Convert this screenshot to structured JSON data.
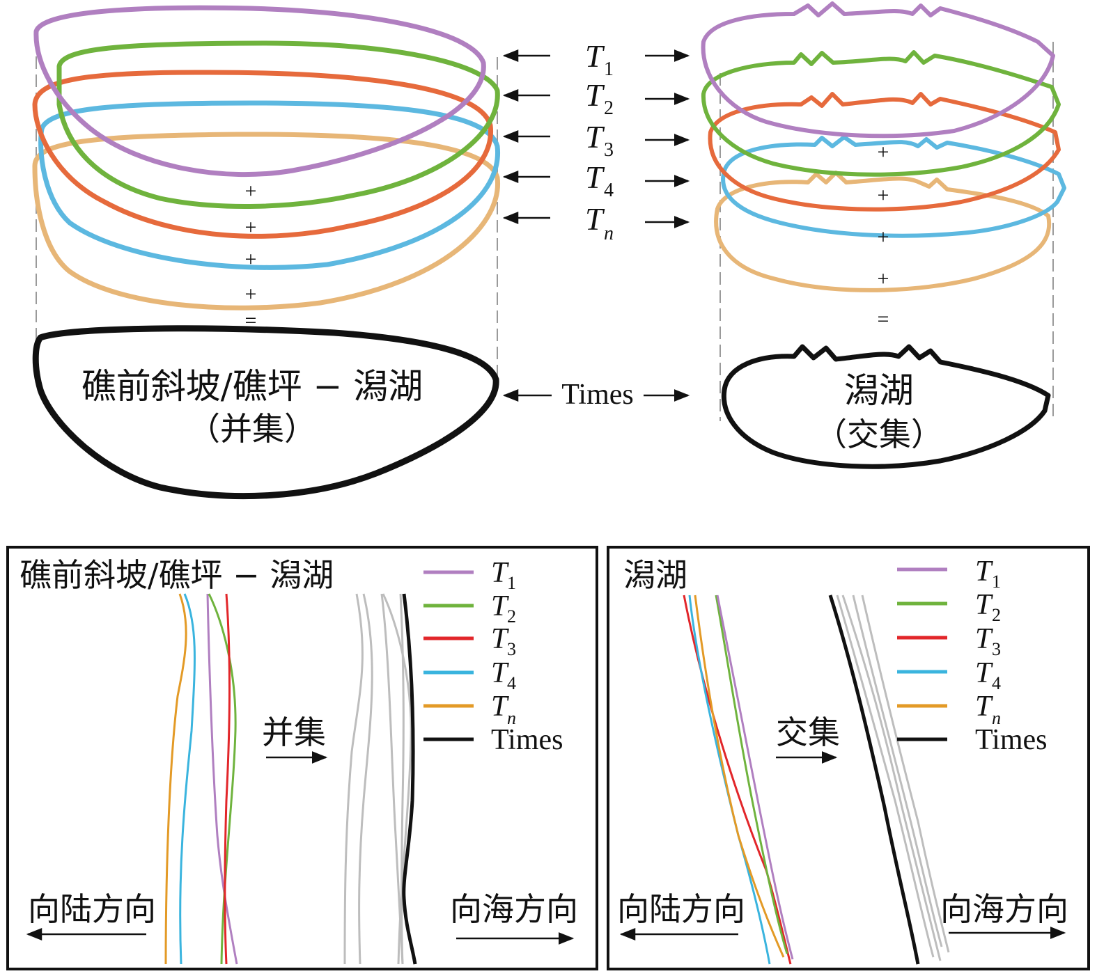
{
  "upper": {
    "labels": [
      {
        "main": "T",
        "sub": "1"
      },
      {
        "main": "T",
        "sub": "2"
      },
      {
        "main": "T",
        "sub": "3"
      },
      {
        "main": "T",
        "sub": "4"
      },
      {
        "main": "T",
        "sub": "n"
      }
    ],
    "times_label": "Times",
    "plus": "+",
    "equals": "=",
    "left_result_line1": "礁前斜坡/礁坪 − 潟湖",
    "left_result_line2": "（并集）",
    "right_result_line1": "潟湖",
    "right_result_line2": "（交集）"
  },
  "legend": [
    {
      "main": "T",
      "sub": "1",
      "color": "#b07fc0"
    },
    {
      "main": "T",
      "sub": "2",
      "color": "#6fb33d"
    },
    {
      "main": "T",
      "sub": "3",
      "color": "#e2262a"
    },
    {
      "main": "T",
      "sub": "4",
      "color": "#3ab4de"
    },
    {
      "main": "T",
      "sub": "n",
      "color": "#e39a26"
    },
    {
      "main": "Times",
      "sub": "",
      "color": "#111111"
    }
  ],
  "colors": {
    "t1": "#b07fc0",
    "t2": "#6fb33d",
    "t3": "#e66a3c",
    "t4": "#5cb8e0",
    "tn": "#e7b677",
    "times": "#111111",
    "dash": "#9a9a9a",
    "grey_line": "#bdbdbd"
  },
  "panel_left": {
    "title": "礁前斜坡/礁坪 − 潟湖",
    "operation": "并集",
    "landward": "向陆方向",
    "seaward": "向海方向"
  },
  "panel_right": {
    "title": "潟湖",
    "operation": "交集",
    "landward": "向陆方向",
    "seaward": "向海方向"
  }
}
